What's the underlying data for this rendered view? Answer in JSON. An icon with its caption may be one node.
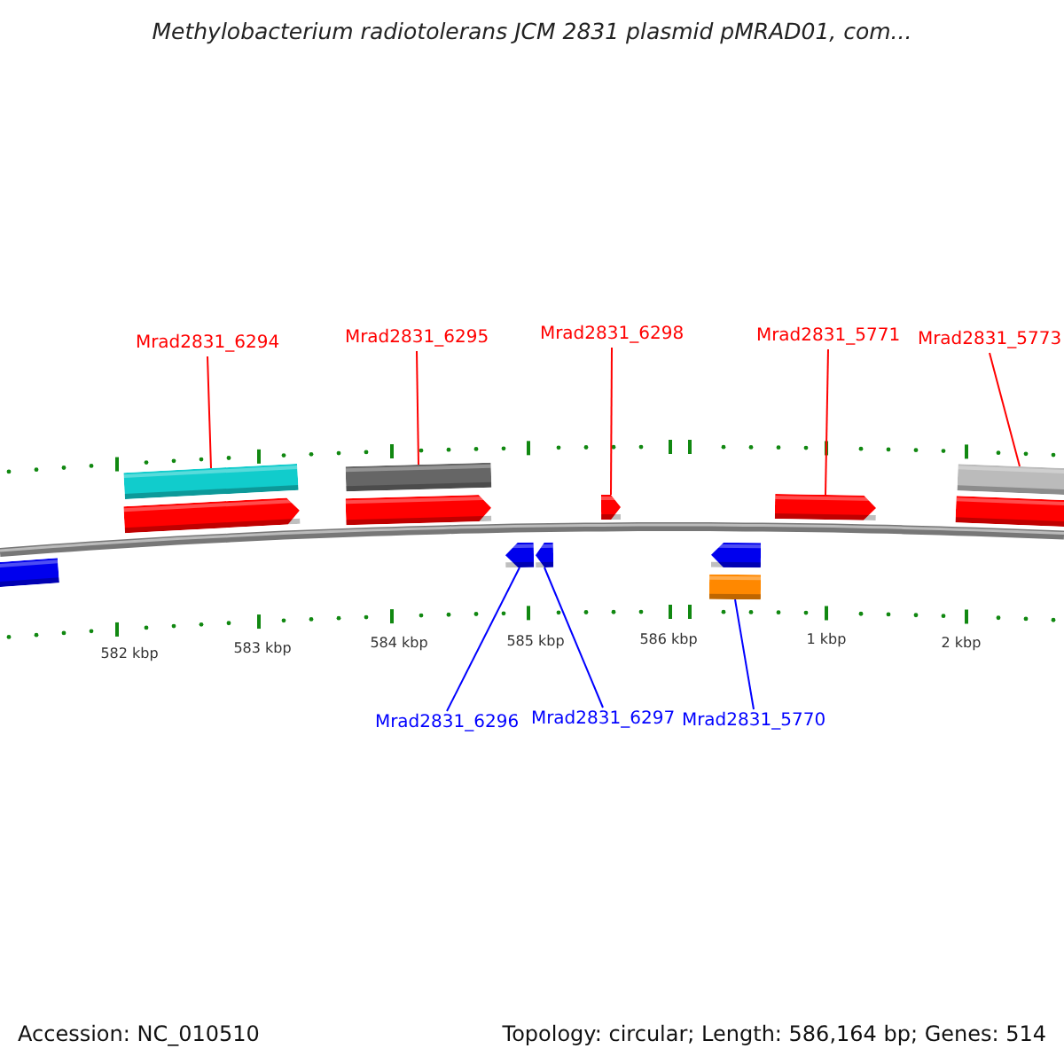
{
  "diagram": {
    "title": "Methylobacterium radiotolerans JCM 2831 plasmid pMRAD01, com...",
    "nodes": [
      {
        "text": [
          "Mrad2831_6294"
        ]
      },
      {
        "text": [
          "Mrad2831_6295"
        ]
      },
      {
        "text": [
          "Mrad2831_6298"
        ]
      },
      {
        "text": [
          "Mrad2831_5771"
        ]
      },
      {
        "text": [
          "Mrad2831_5773"
        ]
      },
      {
        "text": [],
        "shape": "bar"
      },
      {
        "text": [],
        "shape": "arrow"
      },
      {
        "text": [],
        "shape": "bar"
      },
      {
        "text": [],
        "shape": "arrow"
      },
      {
        "text": [],
        "shape": "arrow"
      },
      {
        "text": [],
        "shape": "arrow"
      },
      {
        "text": [],
        "shape": "bar"
      },
      {
        "text": [],
        "shape": "bar"
      },
      {
        "text": [],
        "shape": "bar"
      },
      {
        "text": [],
        "shape": "arrow"
      },
      {
        "text": [],
        "shape": "arrow"
      },
      {
        "text": [],
        "shape": "arrow"
      },
      {
        "text": [],
        "shape": "bar"
      },
      {
        "text": [
          "Mrad2831_6296"
        ]
      },
      {
        "text": [
          "Mrad2831_6297"
        ]
      },
      {
        "text": [
          "Mrad2831_5770"
        ]
      }
    ],
    "edges": [
      {
        "from": 0,
        "to": 5,
        "arrow": "none"
      },
      {
        "from": 1,
        "to": 7,
        "arrow": "none"
      },
      {
        "from": 2,
        "to": 9,
        "arrow": "none"
      },
      {
        "from": 3,
        "to": 10,
        "arrow": "none"
      },
      {
        "from": 4,
        "to": 11,
        "arrow": "none"
      },
      {
        "from": 18,
        "to": 14,
        "arrow": "none",
        "color": "#0000ff"
      },
      {
        "from": 19,
        "to": 15,
        "arrow": "none",
        "color": "#0000ff"
      },
      {
        "from": 20,
        "to": 17,
        "arrow": "none",
        "color": "#0000ff"
      }
    ],
    "labels": [
      "582 kbp",
      "583 kbp",
      "584 kbp",
      "585 kbp",
      "586 kbp",
      "1 kbp",
      "2 kbp",
      "Accession: NC_010510",
      "Topology: circular; Length: 586,164 bp; Genes: 514"
    ]
  }
}
